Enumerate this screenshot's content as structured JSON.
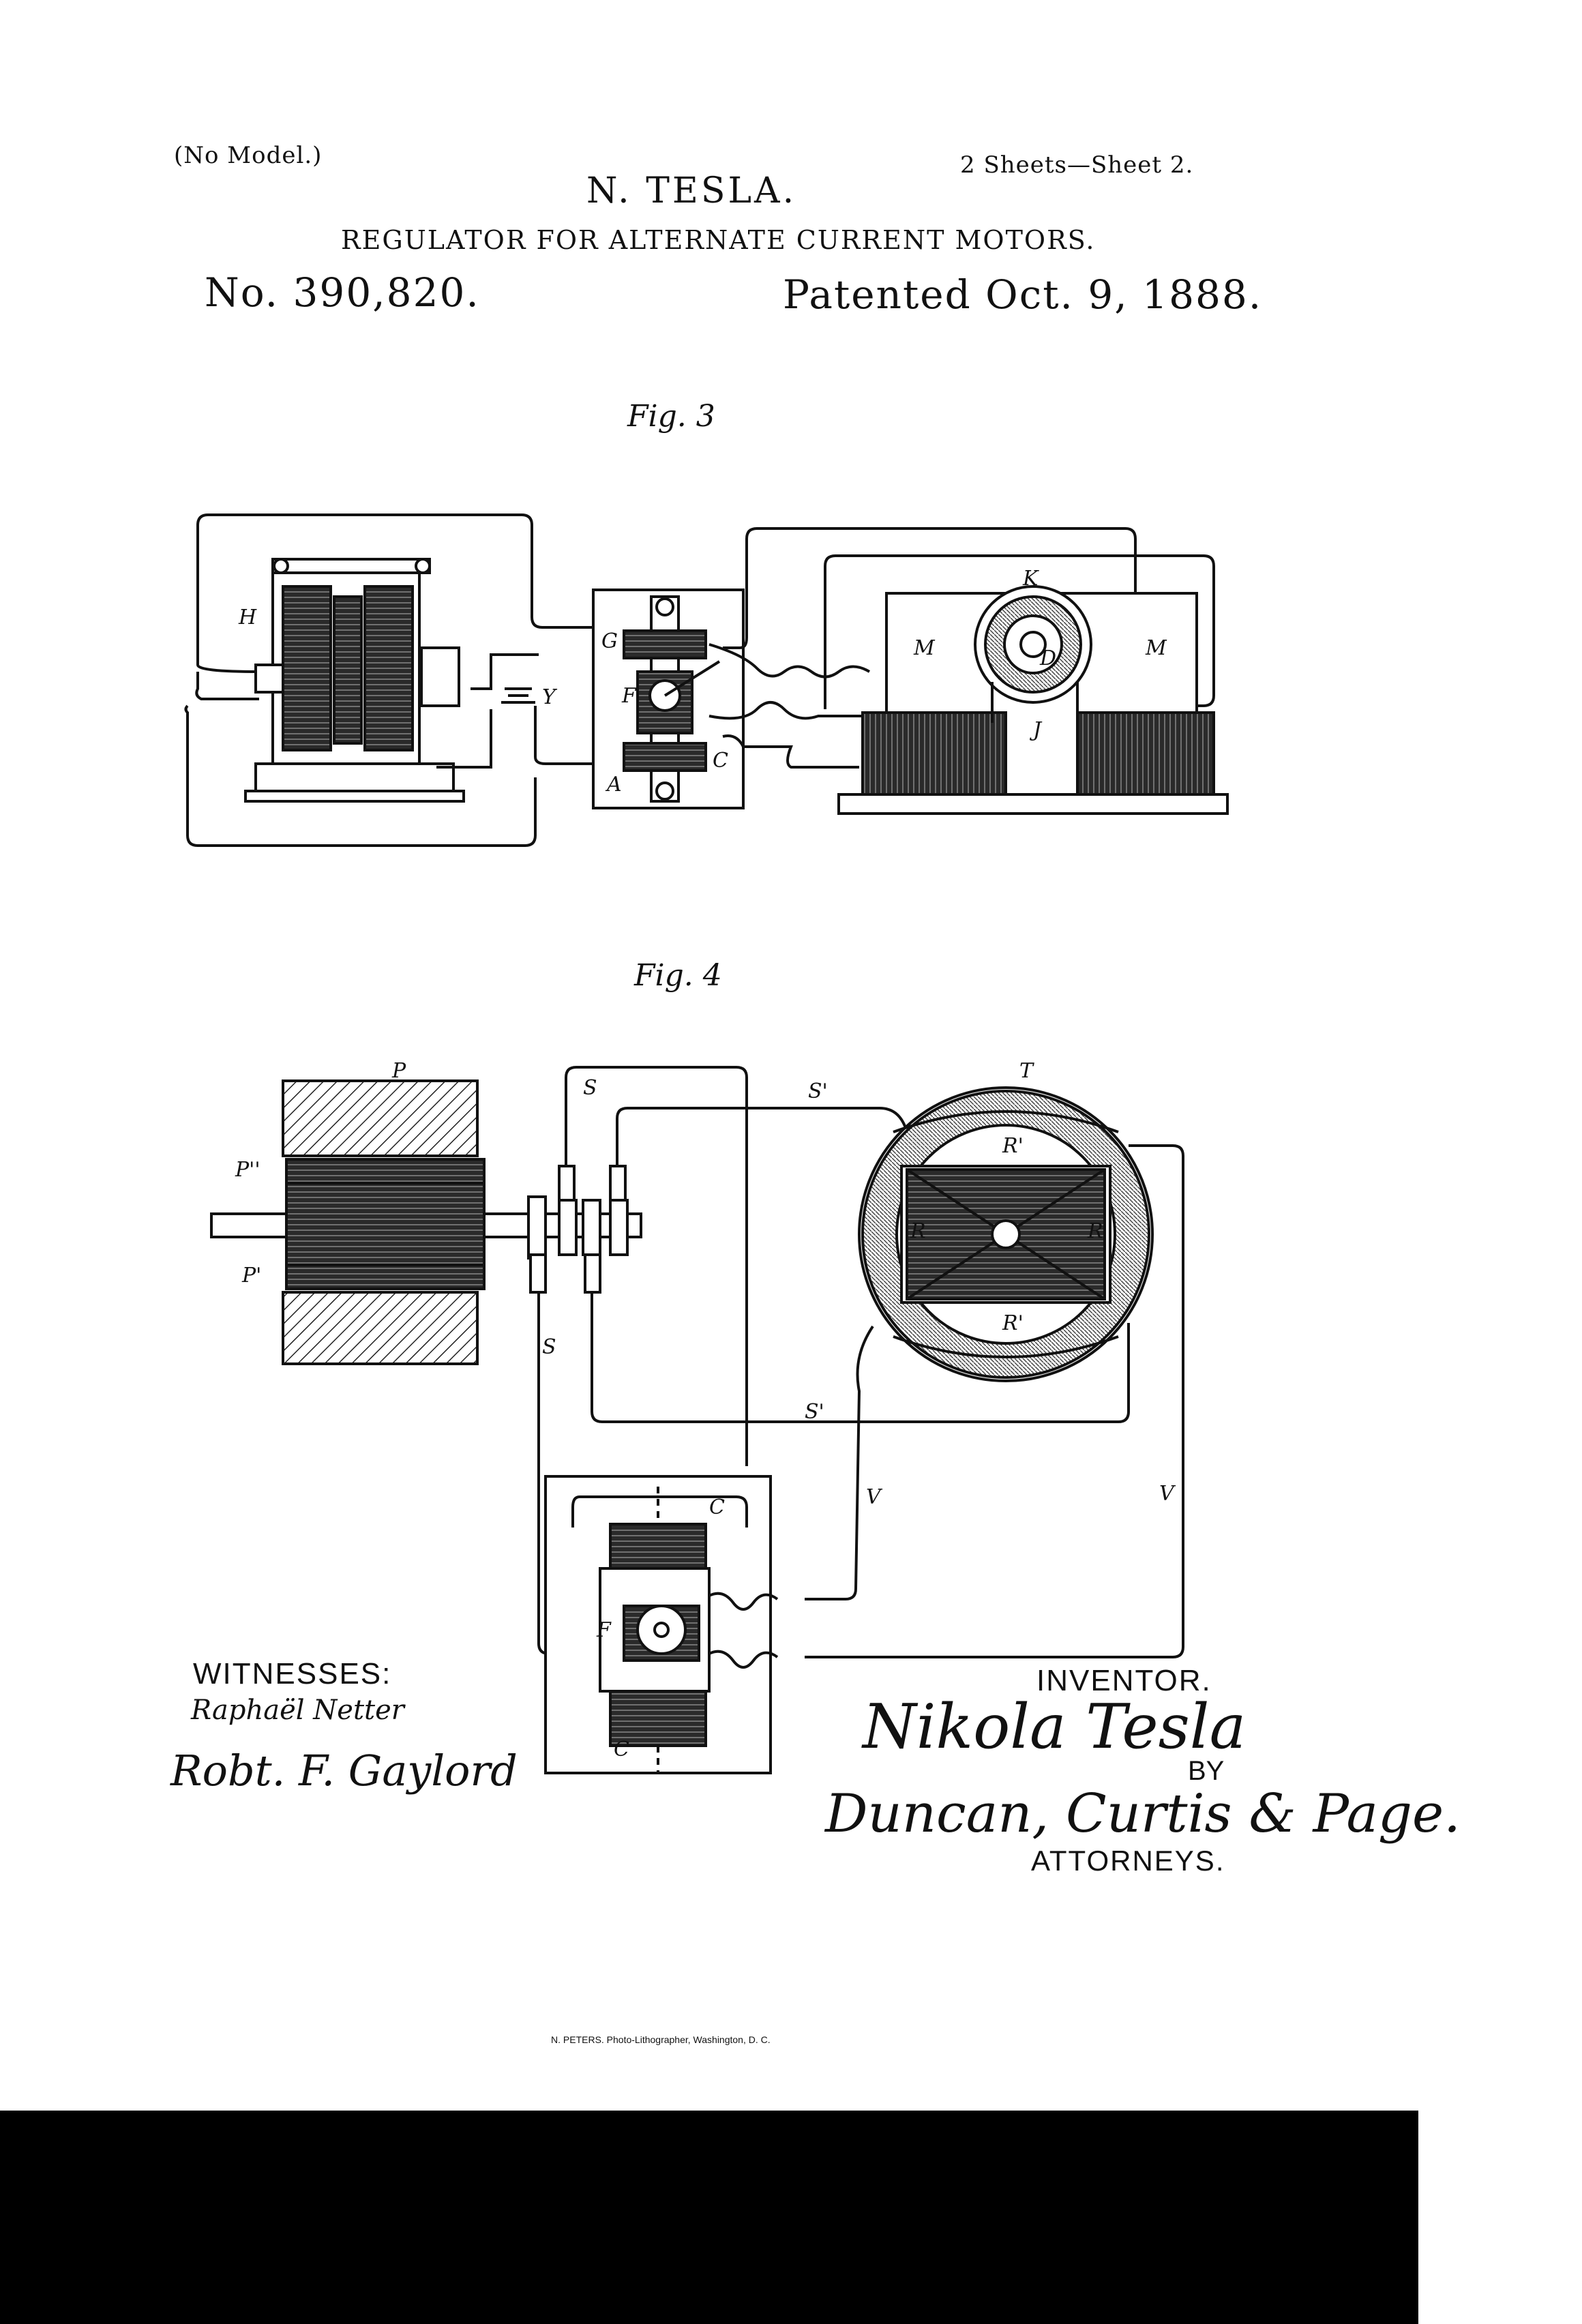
{
  "header": {
    "no_model": "(No Model.)",
    "inventor_name": "N. TESLA.",
    "sheet_info": "2 Sheets—Sheet 2.",
    "title": "REGULATOR FOR ALTERNATE CURRENT MOTORS.",
    "patent_number": "No. 390,820.",
    "patent_date": "Patented Oct. 9, 1888."
  },
  "figures": {
    "fig3": {
      "label": "Fig. 3",
      "labels": {
        "H": "H",
        "Y": "Y",
        "G": "G",
        "F": "F",
        "C": "C",
        "A": "A",
        "K": "K",
        "M1": "M",
        "M2": "M",
        "J": "J",
        "D": "D"
      }
    },
    "fig4": {
      "label": "Fig. 4",
      "labels": {
        "P": "P",
        "P2": "P''",
        "P1": "P'",
        "S_top": "S",
        "S1_top": "S'",
        "S_side": "S",
        "S1_bottom": "S'",
        "T": "T",
        "R1_top": "R'",
        "R1_bottom": "R'",
        "R_left": "R",
        "R_right": "R",
        "V1": "V",
        "V2": "V",
        "C_top": "C",
        "C_bottom": "C",
        "F": "F"
      }
    }
  },
  "footer": {
    "witnesses_label": "WITNESSES:",
    "witness_1": "Raphaël Netter",
    "witness_2": "Robt. F. Gaylord",
    "inventor_label": "INVENTOR.",
    "inventor_signature": "Nikola Tesla",
    "by_label": "BY",
    "attorney_signature": "Duncan, Curtis & Page.",
    "attorneys_label": "ATTORNEYS.",
    "lithographer": "N. PETERS. Photo-Lithographer, Washington, D. C."
  }
}
